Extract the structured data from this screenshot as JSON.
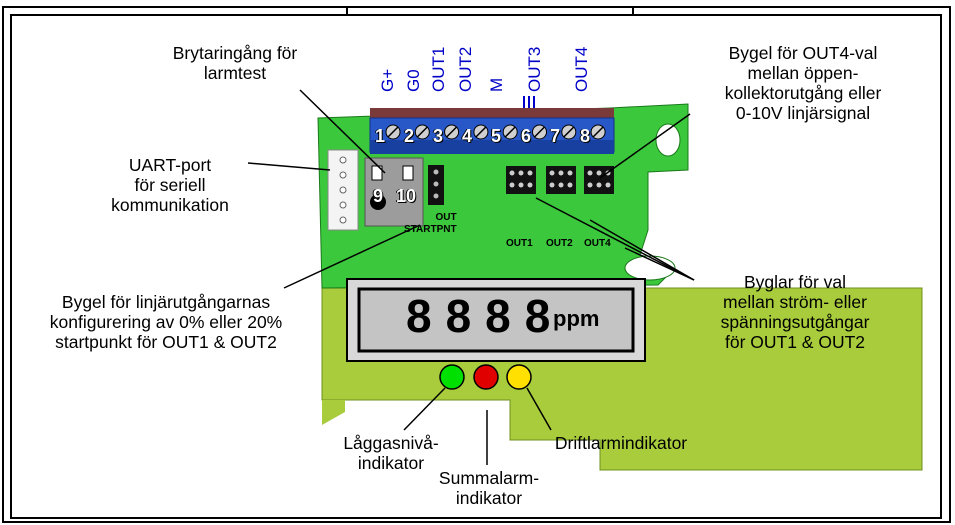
{
  "terminals": {
    "labels": [
      "G+",
      "G0",
      "OUT1",
      "OUT2",
      "M",
      "OUT3",
      "OUT4"
    ],
    "numbers": [
      "1",
      "2",
      "3",
      "4",
      "5",
      "6",
      "7",
      "8"
    ]
  },
  "board": {
    "jumper_labels": [
      "9",
      "10"
    ],
    "out_start_label": "OUT\nSTARTPNT",
    "out_group_labels": [
      "OUT1",
      "OUT2",
      "OUT4"
    ],
    "display_value": "8888",
    "display_unit": "ppm"
  },
  "callouts": {
    "alarm_test": "Brytaringång för\nlarmtest",
    "uart": "UART-port\nför seriell\nkommunikation",
    "out4_jumper": "Bygel för OUT4-val\nmellan öppen-\nkollektorutgång eller\n0-10V linjärsignal",
    "startpoint": "Bygel för linjärutgångarnas\nkonfigurering av 0% eller 20%\nstartpunkt för OUT1 & OUT2",
    "current_voltage": "Byglar för val\nmellan ström- eller\nspänningsutgångar\nför OUT1 & OUT2",
    "low_gas": "Låggasnivå-\nindikator",
    "sum_alarm": "Summalarm-\nindikator",
    "operation_alarm": "Driftlarmindikator"
  },
  "colors": {
    "pcb_green": "#3cc83c",
    "enclosure_lime": "#a8cc3c",
    "terminal_blue": "#0000c8",
    "led_green": "#00e000",
    "led_red": "#e00000",
    "led_yellow": "#ffe000"
  }
}
